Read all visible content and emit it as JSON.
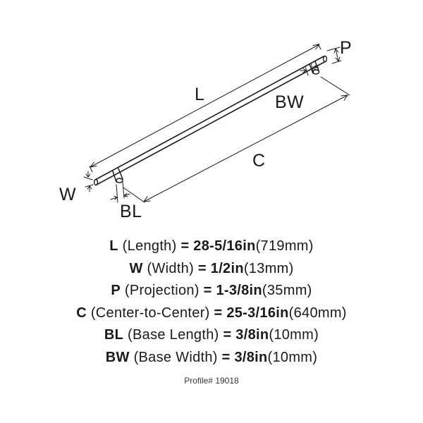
{
  "diagram": {
    "labels": {
      "L": "L",
      "W": "W",
      "P": "P",
      "C": "C",
      "BL": "BL",
      "BW": "BW"
    }
  },
  "specs": [
    {
      "key": "L",
      "desc": "(Length)",
      "eq": "=",
      "imperial": "28-5/16in",
      "metric": "(719mm)"
    },
    {
      "key": "W",
      "desc": "(Width)",
      "eq": "=",
      "imperial": "1/2in",
      "metric": "(13mm)"
    },
    {
      "key": "P",
      "desc": "(Projection)",
      "eq": "=",
      "imperial": "1-3/8in",
      "metric": "(35mm)"
    },
    {
      "key": "C",
      "desc": "(Center-to-Center)",
      "eq": "=",
      "imperial": "25-3/16in",
      "metric": "(640mm)"
    },
    {
      "key": "BL",
      "desc": "(Base Length)",
      "eq": "=",
      "imperial": "3/8in",
      "metric": "(10mm)"
    },
    {
      "key": "BW",
      "desc": "(Base Width)",
      "eq": "=",
      "imperial": "3/8in",
      "metric": "(10mm)"
    }
  ],
  "profile": "Profile# 19018"
}
